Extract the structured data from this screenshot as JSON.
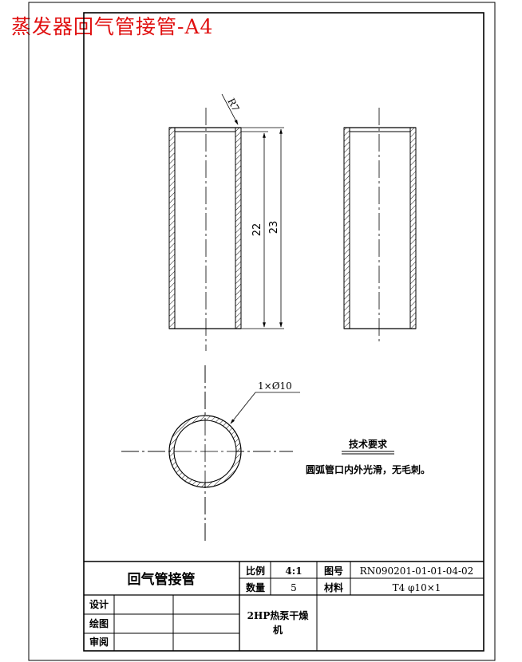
{
  "banner_title": "蒸发器回气管接管-A4",
  "dimensions": {
    "radius": "R7",
    "height_inner": "22",
    "height_outer": "23",
    "chamfer": "1×Ø10"
  },
  "tech_requirements": {
    "heading": "技术要求",
    "text": "圆弧管口内外光滑，无毛刺。"
  },
  "title_block": {
    "part_name": "回气管接管",
    "scale_label": "比例",
    "scale_value": "4:1",
    "drawing_no_label": "图号",
    "drawing_no_value": "RN090201-01-01-04-02",
    "quantity_label": "数量",
    "quantity_value": "5",
    "material_label": "材料",
    "material_value": "T4  φ10×1",
    "design_label": "设计",
    "drafting_label": "绘图",
    "review_label": "审阅",
    "product_line1": "2HP热泵干燥",
    "product_line2": "机"
  }
}
